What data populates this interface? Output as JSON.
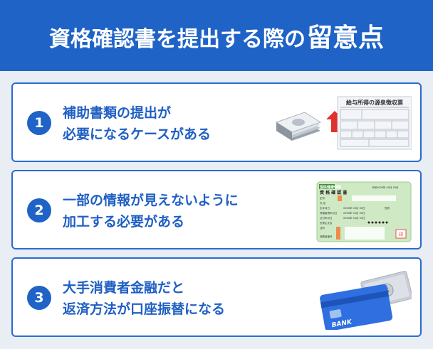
{
  "header": {
    "title_main": "資格確認書を提出する際の",
    "title_accent": "留意点"
  },
  "cards": [
    {
      "number": "1",
      "line1": "補助書類の提出が",
      "line2": "必要になるケースがある",
      "illustration": {
        "doc_title": "給与所得の源泉徴収票",
        "icons": [
          "money-stack-icon",
          "up-arrow-icon",
          "withholding-slip-document"
        ]
      }
    },
    {
      "number": "2",
      "line1": "一部の情報が見えないように",
      "line2": "加工する必要がある",
      "illustration": {
        "card_header": "国民健康保険",
        "card_title": "資 格 確 認 書",
        "issue_date": "令和0000年 00月 00日",
        "fields": [
          "記号",
          "氏 名",
          "生年月日",
          "資格取得年月日",
          "交付年月日",
          "世帯主氏名",
          "住所",
          "保険者番号"
        ],
        "date_value": "0000年 00月 00日",
        "gender_label": "性別",
        "stamp": "印"
      }
    },
    {
      "number": "3",
      "line1": "大手消費者金融だと",
      "line2": "返済方法が口座振替になる",
      "illustration": {
        "bank_label": "BANK",
        "icons": [
          "bank-card-icon",
          "banknote-icon"
        ]
      }
    }
  ],
  "colors": {
    "primary": "#1f63c7",
    "title_text": "#1f5fc4",
    "border": "#2a6bd0",
    "background": "#e9eef5",
    "arrow": "#e0312b",
    "insurance_card": "#cfe9c4"
  }
}
